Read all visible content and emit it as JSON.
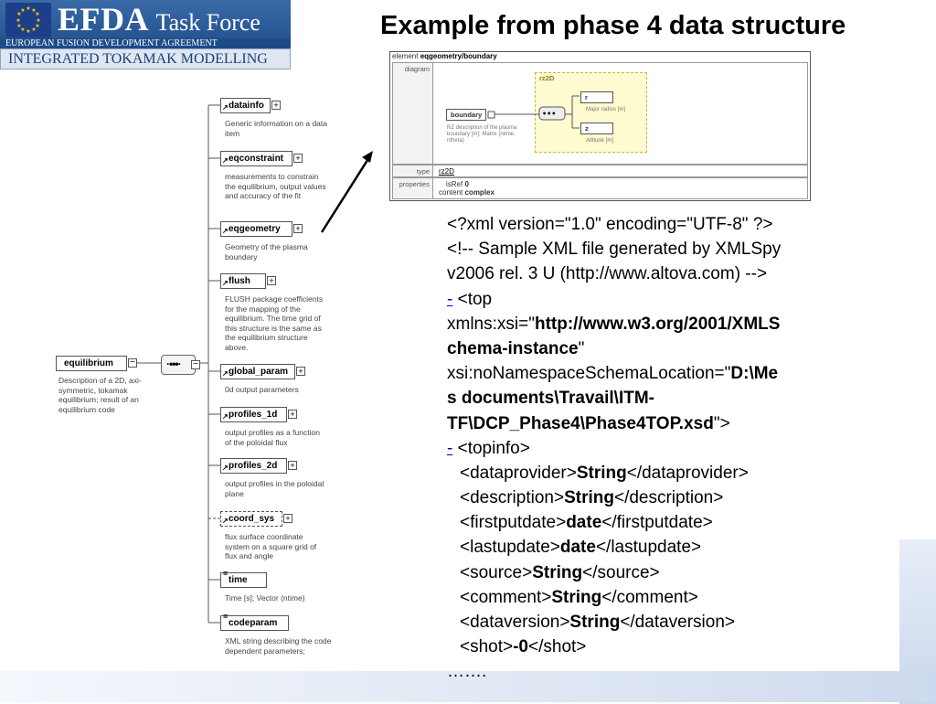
{
  "header": {
    "logo_main": "EFDA",
    "logo_suffix": "Task Force",
    "logo_sub1": "EUROPEAN FUSION DEVELOPMENT AGREEMENT",
    "logo_sub2": "INTEGRATED TOKAMAK MODELLING",
    "title": "Example from phase 4 data structure"
  },
  "schema_tree": {
    "root": {
      "name": "equilibrium",
      "description": "Description of a 2D, axi-symmetric, tokamak equilibrium; result of an equilibrium code"
    },
    "children": [
      {
        "name": "datainfo",
        "description": "Generic information on a data item"
      },
      {
        "name": "eqconstraint",
        "description": "measurements to constrain the equilibrium, output values and accuracy of the fit"
      },
      {
        "name": "eqgeometry",
        "description": "Geometry of the plasma boundary"
      },
      {
        "name": "flush",
        "description": "FLUSH package coefficients for the mapping of the equilibrium. The time grid of this structure is the same as the equilibrium structure above."
      },
      {
        "name": "global_param",
        "description": "0d output parameters"
      },
      {
        "name": "profiles_1d",
        "description": "output profiles as a function of the poloidal flux"
      },
      {
        "name": "profiles_2d",
        "description": "output profiles in the poloidal plane"
      },
      {
        "name": "coord_sys",
        "description": "flux surface coordinate system on a square grid of flux and angle"
      },
      {
        "name": "time",
        "description": "Time [s]; Vector (ntime)"
      },
      {
        "name": "codeparam",
        "description": "XML string describing the code dependent parameters;"
      }
    ]
  },
  "xml_excerpt": {
    "element_label": "element",
    "element_name": "eqgeometry/boundary",
    "diagram_label": "diagram",
    "node_name": "boundary",
    "node_description": "RZ description of the plasma boundary [m]; Matrix (ntime, ntheta)",
    "type_box": "rz2D",
    "child_r": "r",
    "child_r_desc": "Major radius [m]",
    "child_z": "z",
    "child_z_desc": "Altitude [m]",
    "type_label": "type",
    "type_value": "rz2D",
    "properties_label": "properties",
    "isref_label": "isRef",
    "isref_value": "0",
    "content_label": "content",
    "content_value": "complex"
  },
  "xml_code": {
    "l1": "<?xml version=\"1.0\" encoding=\"UTF-8\" ?>",
    "l2": "<!-- Sample XML file generated by XMLSpy",
    "l3": "v2006 rel. 3 U (http://www.altova.com)  -->",
    "toggle": "-",
    "l4_rest": " <top",
    "l5_pre": "xmlns:xsi=\"",
    "l5_bold": "http://www.w3.org/2001/XMLS",
    "l6_bold": "chema-instance",
    "l6_post": "\"",
    "l7_pre": "xsi:noNamespaceSchemaLocation=\"",
    "l7_bold": "D:\\Me",
    "l8_bold": "s documents\\Travail\\ITM-",
    "l9_bold": "TF\\DCP_Phase4\\Phase4TOP.xsd",
    "l9_post": "\">",
    "l10_rest": " <topinfo>",
    "dataprovider_open": "<dataprovider>",
    "dataprovider_val": "String",
    "dataprovider_close": "</dataprovider>",
    "description_open": "<description>",
    "description_val": "String",
    "description_close": "</description>",
    "firstputdate_open": "<firstputdate>",
    "firstputdate_val": "date",
    "firstputdate_close": "</firstputdate>",
    "lastupdate_open": "<lastupdate>",
    "lastupdate_val": "date",
    "lastupdate_close": "</lastupdate>",
    "source_open": "<source>",
    "source_val": "String",
    "source_close": "</source>",
    "comment_open": "<comment>",
    "comment_val": "String",
    "comment_close": "</comment>",
    "dataversion_open": "<dataversion>",
    "dataversion_val": "String",
    "dataversion_close": "</dataversion>",
    "shot_open": "<shot>",
    "shot_val": "-0",
    "shot_close": "</shot>",
    "ellipsis": "……."
  }
}
